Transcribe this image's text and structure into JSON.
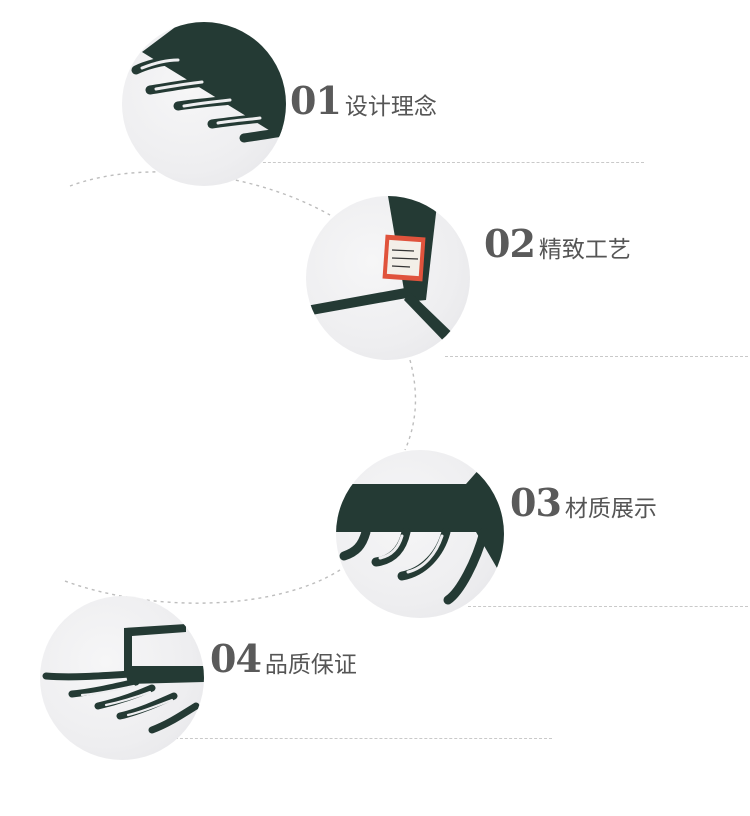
{
  "features": [
    {
      "number": "01",
      "title": "设计理念",
      "icon": "rake-head-teeth"
    },
    {
      "number": "02",
      "title": "精致工艺",
      "icon": "rake-handle-weld-joint"
    },
    {
      "number": "03",
      "title": "材质展示",
      "icon": "rake-head-teeth"
    },
    {
      "number": "04",
      "title": "品质保证",
      "icon": "rake-bent-handle"
    }
  ],
  "colors": {
    "metal": "#243a34",
    "circle_background": "#eeeef0",
    "dashed_line": "#c9c9c9",
    "number_text": "#5a5a5a",
    "title_text": "#555555",
    "sticker": "#e0533c"
  }
}
